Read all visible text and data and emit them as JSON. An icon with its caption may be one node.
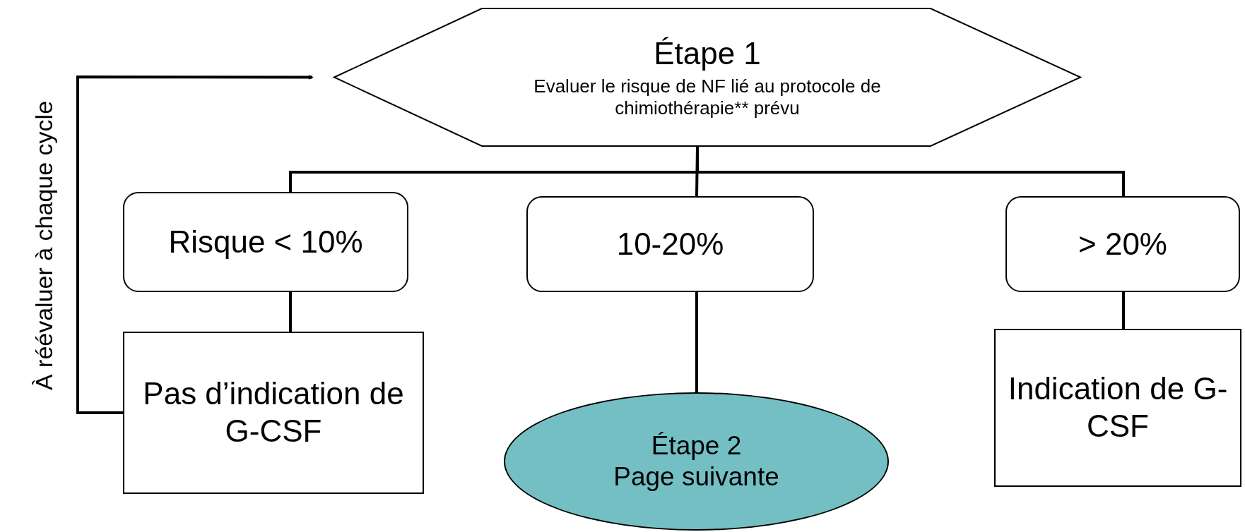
{
  "diagram": {
    "nodes": [
      {
        "text": [
          "Étape 1",
          "Evaluer le risque de NF lié au protocole de chimiothérapie** prévu"
        ]
      },
      {
        "text": [
          "Risque < 10%"
        ]
      },
      {
        "text": [
          "10-20%"
        ]
      },
      {
        "text": [
          "> 20%"
        ]
      },
      {
        "text": [
          "Pas d’indication de G-CSF"
        ]
      },
      {
        "text": [
          "Étape 2",
          "Page suivante"
        ]
      },
      {
        "text": [
          "Indication de G-CSF"
        ]
      }
    ],
    "edges": [
      {
        "from": 0,
        "to": 1,
        "arrow": "none"
      },
      {
        "from": 0,
        "to": 2,
        "arrow": "none"
      },
      {
        "from": 0,
        "to": 3,
        "arrow": "none"
      },
      {
        "from": 1,
        "to": 4,
        "arrow": "none"
      },
      {
        "from": 2,
        "to": 5,
        "arrow": "none"
      },
      {
        "from": 3,
        "to": 6,
        "arrow": "none"
      },
      {
        "from": 4,
        "to": 0,
        "arrow": "to"
      }
    ],
    "labels": [
      "À réévaluer à chaque cycle"
    ]
  }
}
